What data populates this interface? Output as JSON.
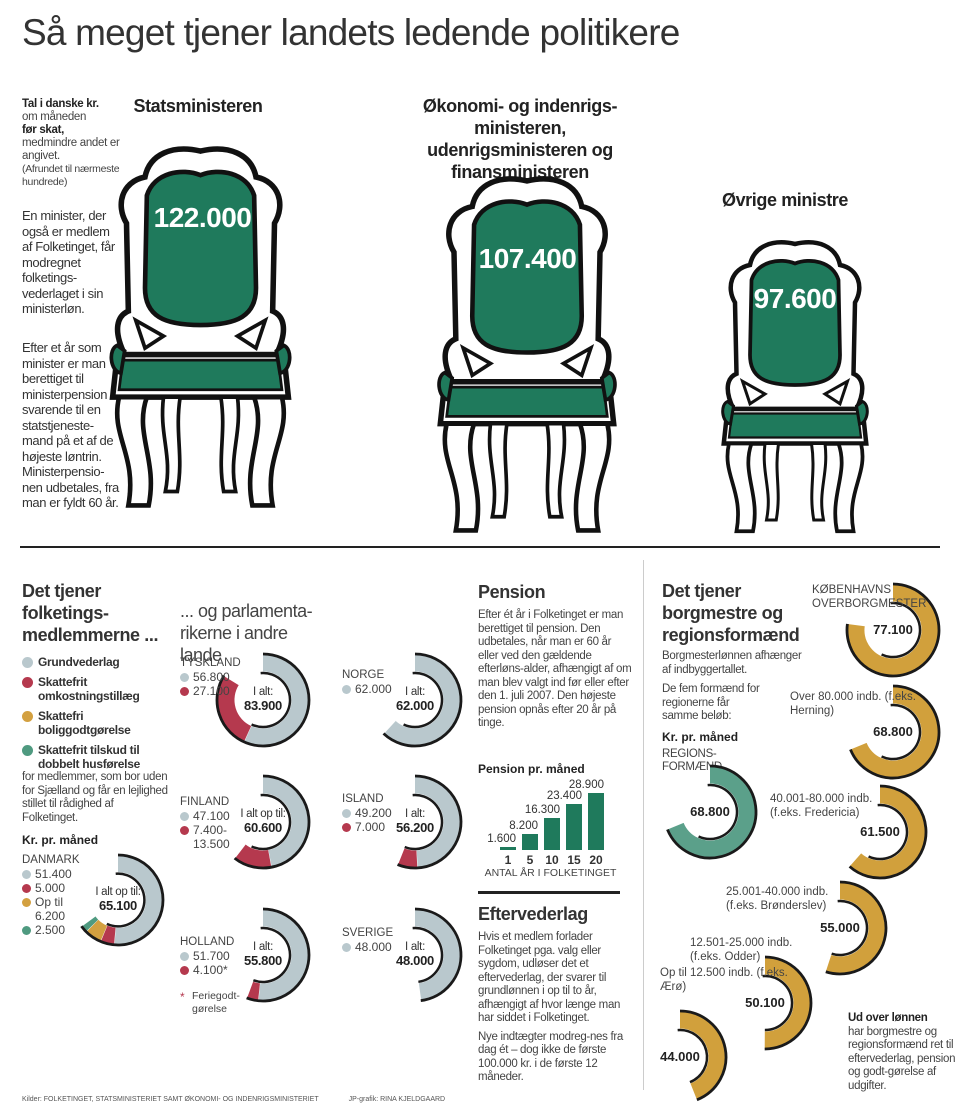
{
  "title": "Så meget tjener landets ledende politikere",
  "intro": {
    "l1": "Tal i danske kr.",
    "l2": "om måneden",
    "l3": "før skat,",
    "l4": "medmindre andet er angivet.",
    "l5": "(Afrundet til nærmeste hundrede)",
    "p1": "En minister, der også er medlem af Folketinget, får modregnet folketings-vederlaget i sin ministerløn.",
    "p2": "Efter et år som minister er man berettiget til ministerpension svarende til en statstjeneste-mand på et af de højeste løntrin. Ministerpensio-nen udbetales, fra man er fyldt 60 år."
  },
  "chairs": [
    {
      "heading": "Statsministeren",
      "value": "122.000"
    },
    {
      "heading": "Økonomi- og indenrigs-ministeren, udenrigsministeren og finansministeren",
      "value": "107.400"
    },
    {
      "heading": "Øvrige ministre",
      "value": "97.600"
    }
  ],
  "colors": {
    "chair": "#1f7a5c",
    "grundvederlag": "#b9c8cd",
    "omkostning": "#b5394e",
    "bolig": "#d3a040",
    "husforelse": "#4f9a80",
    "borgmester": "#d1a03c",
    "regions": "#5ba08a"
  },
  "folketing": {
    "heading": "Det tjener folketings-medlemmerne ...",
    "sub": "... og parlamenta-rikerne i andre lande",
    "legend": [
      "Grundvederlag",
      "Skattefrit omkostningstillæg",
      "Skattefri boliggodtgørelse",
      "Skattefrit tilskud til dobbelt husførelse"
    ],
    "legend_note": "for medlemmer, som bor uden for Sjælland og får en lejlighed stillet til rådighed af Folketinget.",
    "unit": "Kr. pr. måned",
    "footnote_mark": "*",
    "footnote": "Feriegodt-gørelse"
  },
  "chart_data": [
    {
      "type": "pie",
      "id": "danmark",
      "title": "DANMARK",
      "total_label": "I alt op til:",
      "total": "65.100",
      "scale_max": 100000,
      "series": [
        {
          "name": "Grundvederlag",
          "value": 51400,
          "label": "51.400"
        },
        {
          "name": "Skattefrit omkostningstillæg",
          "value": 5000,
          "label": "5.000"
        },
        {
          "name": "Skattefri boliggodtgørelse",
          "value": 6200,
          "label": "Op til 6.200"
        },
        {
          "name": "Skattefrit tilskud til dobbelt husførelse",
          "value": 2500,
          "label": "2.500"
        }
      ]
    },
    {
      "type": "pie",
      "id": "tyskland",
      "title": "TYSKLAND",
      "total_label": "I alt:",
      "total": "83.900",
      "scale_max": 100000,
      "series": [
        {
          "name": "Grundvederlag",
          "value": 56800,
          "label": "56.800"
        },
        {
          "name": "Skattefrit omkostningstillæg",
          "value": 27100,
          "label": "27.100"
        }
      ]
    },
    {
      "type": "pie",
      "id": "norge",
      "title": "NORGE",
      "total_label": "I alt:",
      "total": "62.000",
      "scale_max": 100000,
      "series": [
        {
          "name": "Grundvederlag",
          "value": 62000,
          "label": "62.000"
        }
      ]
    },
    {
      "type": "pie",
      "id": "finland",
      "title": "FINLAND",
      "total_label": "I alt op til:",
      "total": "60.600",
      "scale_max": 100000,
      "series": [
        {
          "name": "Grundvederlag",
          "value": 47100,
          "label": "47.100"
        },
        {
          "name": "Skattefrit omkostningstillæg",
          "value": 13500,
          "label": "7.400-13.500"
        }
      ]
    },
    {
      "type": "pie",
      "id": "island",
      "title": "ISLAND",
      "total_label": "I alt:",
      "total": "56.200",
      "scale_max": 100000,
      "series": [
        {
          "name": "Grundvederlag",
          "value": 49200,
          "label": "49.200"
        },
        {
          "name": "Skattefrit omkostningstillæg",
          "value": 7000,
          "label": "7.000"
        }
      ]
    },
    {
      "type": "pie",
      "id": "holland",
      "title": "HOLLAND",
      "total_label": "I alt:",
      "total": "55.800",
      "scale_max": 100000,
      "series": [
        {
          "name": "Grundvederlag",
          "value": 51700,
          "label": "51.700"
        },
        {
          "name": "Feriegodtgørelse",
          "value": 4100,
          "label": "4.100*"
        }
      ]
    },
    {
      "type": "pie",
      "id": "sverige",
      "title": "SVERIGE",
      "total_label": "I alt:",
      "total": "48.000",
      "scale_max": 100000,
      "series": [
        {
          "name": "Grundvederlag",
          "value": 48000,
          "label": "48.000"
        }
      ]
    },
    {
      "type": "bar",
      "id": "pension",
      "title": "Pension pr. måned",
      "xlabel": "ANTAL ÅR I FOLKETINGET",
      "categories": [
        "1",
        "5",
        "10",
        "15",
        "20"
      ],
      "values": [
        1600,
        8200,
        16300,
        23400,
        28900
      ],
      "labels": [
        "1.600",
        "8.200",
        "16.300",
        "23.400",
        "28.900"
      ],
      "ylim": [
        0,
        28900
      ]
    },
    {
      "type": "pie",
      "id": "regions",
      "title": "REGIONS-FORMÆND",
      "total": "68.800",
      "value": 68800,
      "scale_max": 100000
    },
    {
      "type": "pie",
      "id": "kbh",
      "title": "KØBENHAVNS OVERBORGMESTER",
      "total": "77.100",
      "value": 77100,
      "scale_max": 100000
    },
    {
      "type": "pie",
      "id": "b80",
      "title": "Over 80.000 indb. (f.eks. Herning)",
      "total": "68.800",
      "value": 68800,
      "scale_max": 100000
    },
    {
      "type": "pie",
      "id": "b40",
      "title": "40.001-80.000 indb. (f.eks. Fredericia)",
      "total": "61.500",
      "value": 61500,
      "scale_max": 100000
    },
    {
      "type": "pie",
      "id": "b25",
      "title": "25.001-40.000 indb. (f.eks. Brønderslev)",
      "total": "55.000",
      "value": 55000,
      "scale_max": 100000
    },
    {
      "type": "pie",
      "id": "b12",
      "title": "12.501-25.000 indb. (f.eks. Odder)",
      "total": "50.100",
      "value": 50100,
      "scale_max": 100000
    },
    {
      "type": "pie",
      "id": "b0",
      "title": "Op til 12.500 indb. (f.eks. Ærø)",
      "total": "44.000",
      "value": 44000,
      "scale_max": 100000
    }
  ],
  "pension": {
    "heading": "Pension",
    "text": "Efter ét år i Folketinget er man berettiget til pension. Den udbetales, når man er 60 år eller ved den gældende efterløns-alder, afhængigt af om man blev valgt ind før eller efter den 1. juli 2007. Den højeste pension opnås efter 20 år på tinge."
  },
  "eftervederlag": {
    "heading": "Eftervederlag",
    "p1": "Hvis et medlem forlader Folketinget pga. valg eller sygdom, udløser det et eftervederlag, der svarer til grundlønnen i op til to år, afhængigt af hvor længe man har siddet i Folketinget.",
    "p2": "Nye indtægter modreg-nes fra dag ét – dog ikke de første 100.000 kr. i de første 12 måneder."
  },
  "borgmester": {
    "heading": "Det tjener borgmestre og regionsformænd",
    "p1": "Borgmesterlønnen afhænger af indbyggertallet.",
    "p2": "De fem formænd for regionerne får samme beløb:",
    "unit": "Kr. pr. måned",
    "note_bold": "Ud over lønnen",
    "note": "har borgmestre og regionsformænd ret til eftervederlag, pension og godt-gørelse af udgifter."
  },
  "footer": {
    "sources": "Kilder: FOLKETINGET, STATSMINISTERIET SAMT ØKONOMI- OG INDENRIGSMINISTERIET",
    "credit": "JP-grafik: RINA KJELDGAARD"
  }
}
